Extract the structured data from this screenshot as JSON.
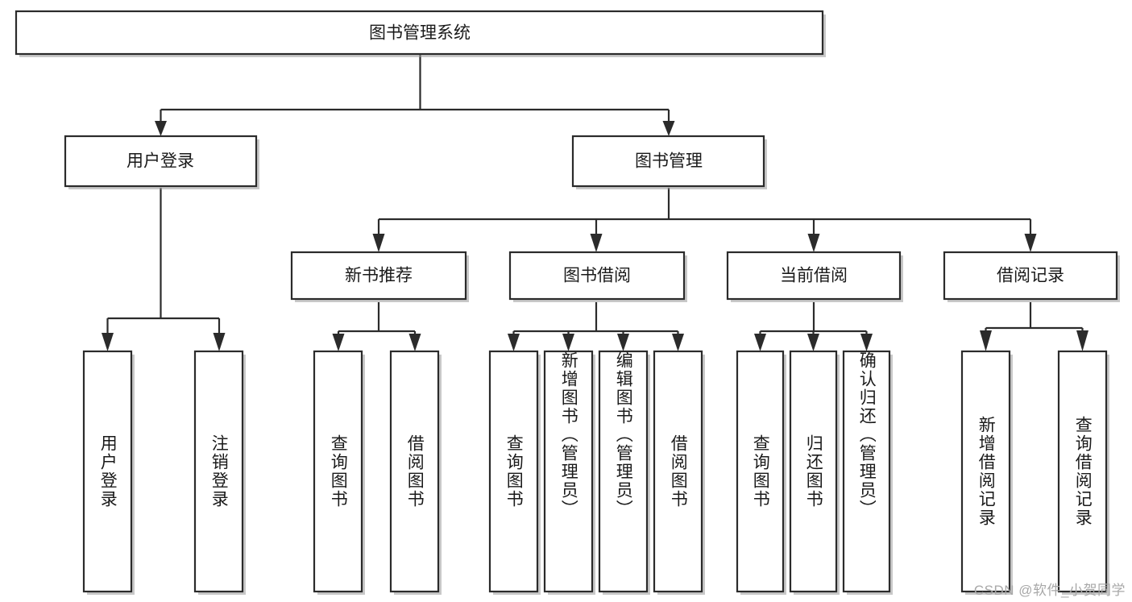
{
  "diagram": {
    "title": "图书管理系统",
    "type": "tree-hierarchy",
    "watermark": "CSDN @软件_小贺同学",
    "colors": {
      "box_stroke": "#2b2b2b",
      "box_fill": "#ffffff",
      "text": "#1a1a1a",
      "background": "#ffffff",
      "watermark_text": "#a8a8a8"
    },
    "root": {
      "label": "图书管理系统"
    },
    "level2": [
      {
        "label": "用户登录"
      },
      {
        "label": "图书管理"
      }
    ],
    "level3": [
      {
        "label": "新书推荐"
      },
      {
        "label": "图书借阅"
      },
      {
        "label": "当前借阅"
      },
      {
        "label": "借阅记录"
      }
    ],
    "leaves": {
      "user_login": [
        {
          "label": "用户登录"
        },
        {
          "label": "注销登录"
        }
      ],
      "new_book_recommend": [
        {
          "label": "查询图书"
        },
        {
          "label": "借阅图书"
        }
      ],
      "book_borrow": [
        {
          "label": "查询图书"
        },
        {
          "label": "新增图书（管理员）"
        },
        {
          "label": "编辑图书（管理员）"
        },
        {
          "label": "借阅图书"
        }
      ],
      "current_borrow": [
        {
          "label": "查询图书"
        },
        {
          "label": "归还图书"
        },
        {
          "label": "确认归还（管理员）"
        }
      ],
      "borrow_record": [
        {
          "label": "新增借阅记录"
        },
        {
          "label": "查询借阅记录"
        }
      ]
    }
  }
}
